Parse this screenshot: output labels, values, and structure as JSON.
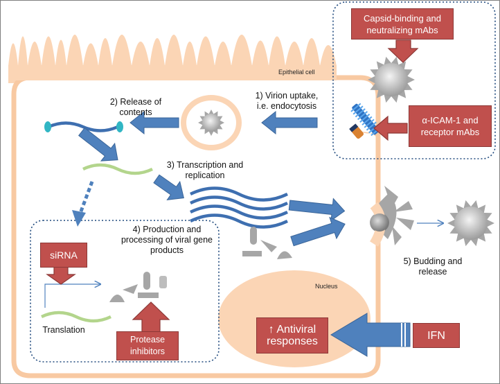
{
  "labels": {
    "epithelial_cell": "Epithelial cell",
    "step1_line1": "1) Virion uptake,",
    "step1_line2": "i.e. endocytosis",
    "step2_line1": "2) Release of",
    "step2_line2": "contents",
    "step3_line1": "3) Transcription and",
    "step3_line2": "replication",
    "step4_line1": "4) Production and",
    "step4_line2": "processing of viral gene",
    "step4_line3": "products",
    "step5_line1": "5) Budding and",
    "step5_line2": "release",
    "translation": "Translation",
    "nucleus": "Nucleus"
  },
  "boxes": {
    "capsid_line1": "Capsid-binding and",
    "capsid_line2": "neutralizing mAbs",
    "icam_line1": "α-ICAM-1 and",
    "icam_line2": "receptor mAbs",
    "sirna": "siRNA",
    "protease_line1": "Protease",
    "protease_line2": "inhibitors",
    "antiviral_line1": "↑ Antiviral",
    "antiviral_line2": "responses",
    "ifn": "IFN"
  },
  "colors": {
    "cell_fill": "#fbd5b5",
    "cell_outline": "#f8c9a2",
    "arrow_blue": "#4f81bd",
    "rna_blue": "#3e6fb0",
    "rna_green": "#b3d58c",
    "therapy_red": "#c0504d",
    "virion_grey": "#bfbfbf",
    "dotted_border": "#1f497d"
  }
}
